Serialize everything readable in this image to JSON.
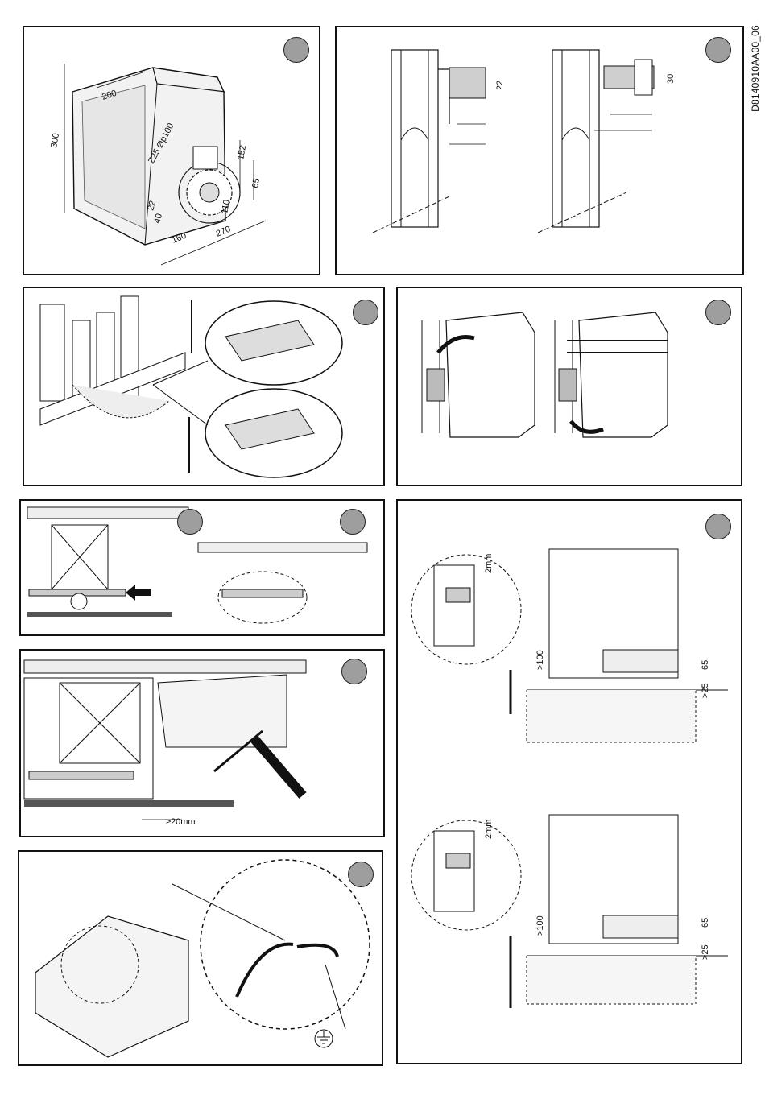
{
  "document": {
    "code": "D8140910AA00_06"
  },
  "panel_motor_dimensions": {
    "dimensions": [
      "300",
      "200",
      "Z25 Øp100",
      "152",
      "65",
      "110",
      "22",
      "40",
      "160",
      "270"
    ]
  },
  "panel_rack_mounting": {
    "dimensions": [
      "22",
      "30"
    ]
  },
  "panel_rack_alignment": {
    "gap_label": "≥20mm"
  },
  "panel_base_installation": {
    "top": {
      "gap_label": "2mm",
      "min_depth": ">100",
      "height": "65",
      "embed": ">25"
    },
    "bottom": {
      "gap_label": "2mm",
      "min_depth": ">100",
      "height": "65",
      "embed": ">25"
    }
  },
  "panel_wiring": {
    "icons": [
      "ground-symbol-icon"
    ]
  }
}
